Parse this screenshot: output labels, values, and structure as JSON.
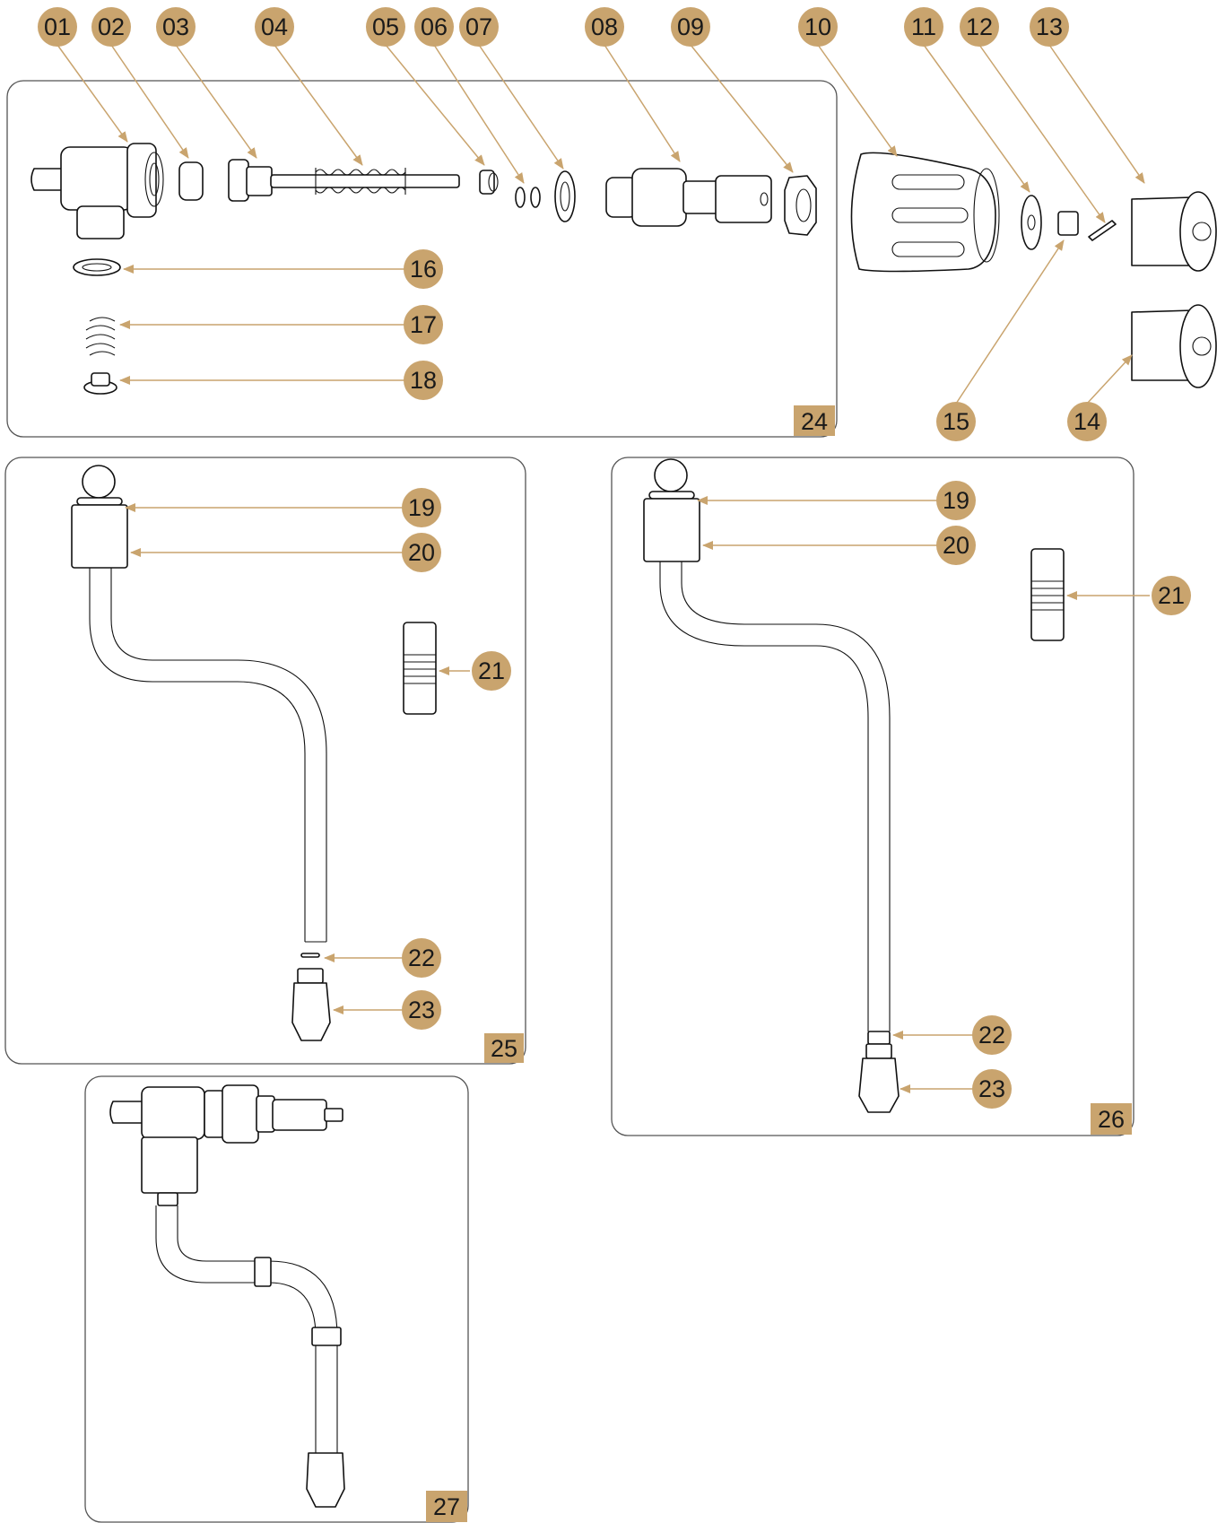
{
  "accent_color": "#c9a46e",
  "callouts": [
    {
      "id": "c01",
      "label": "01"
    },
    {
      "id": "c02",
      "label": "02"
    },
    {
      "id": "c03",
      "label": "03"
    },
    {
      "id": "c04",
      "label": "04"
    },
    {
      "id": "c05",
      "label": "05"
    },
    {
      "id": "c06",
      "label": "06"
    },
    {
      "id": "c07",
      "label": "07"
    },
    {
      "id": "c08",
      "label": "08"
    },
    {
      "id": "c09",
      "label": "09"
    },
    {
      "id": "c10",
      "label": "10"
    },
    {
      "id": "c11",
      "label": "11"
    },
    {
      "id": "c12",
      "label": "12"
    },
    {
      "id": "c13",
      "label": "13"
    },
    {
      "id": "c14",
      "label": "14"
    },
    {
      "id": "c15",
      "label": "15"
    },
    {
      "id": "c16",
      "label": "16"
    },
    {
      "id": "c17",
      "label": "17"
    },
    {
      "id": "c18",
      "label": "18"
    },
    {
      "id": "c19a",
      "label": "19"
    },
    {
      "id": "c20a",
      "label": "20"
    },
    {
      "id": "c21a",
      "label": "21"
    },
    {
      "id": "c22a",
      "label": "22"
    },
    {
      "id": "c23a",
      "label": "23"
    },
    {
      "id": "c19b",
      "label": "19"
    },
    {
      "id": "c20b",
      "label": "20"
    },
    {
      "id": "c21b",
      "label": "21"
    },
    {
      "id": "c22b",
      "label": "22"
    },
    {
      "id": "c23b",
      "label": "23"
    }
  ],
  "groups": [
    {
      "id": "g24",
      "label": "24"
    },
    {
      "id": "g25",
      "label": "25"
    },
    {
      "id": "g26",
      "label": "26"
    },
    {
      "id": "g27",
      "label": "27"
    }
  ]
}
